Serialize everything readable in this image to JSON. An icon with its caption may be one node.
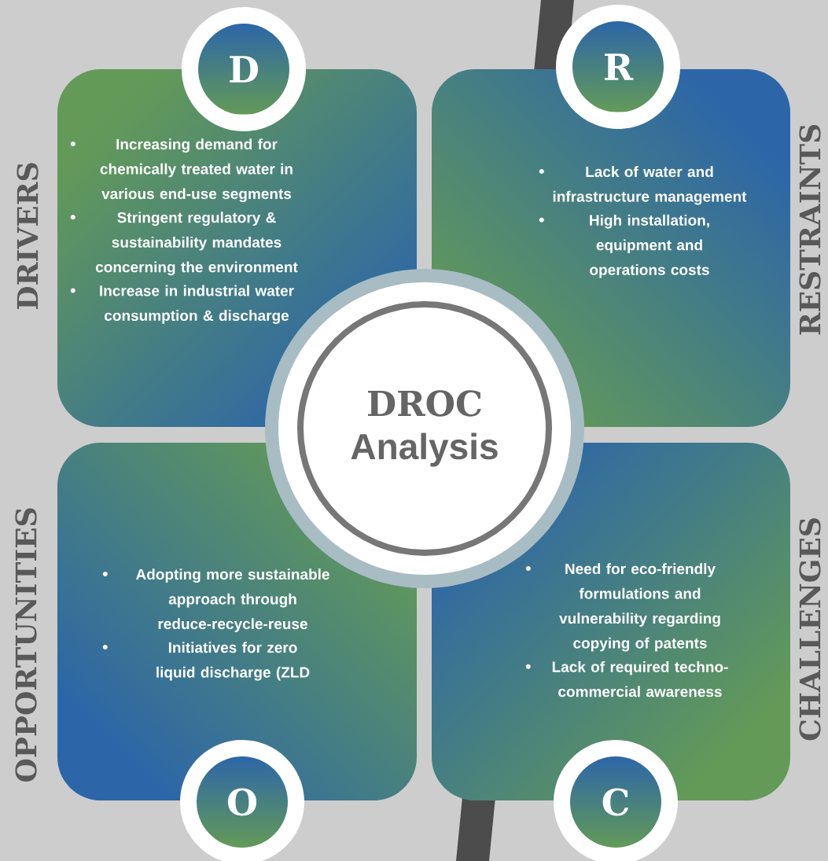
{
  "diagram": {
    "nodes": [
      {
        "text": [
          "Increasing demand for chemically treated water in various end-use segments",
          "Stringent regulatory & sustainability mandates concerning the environment",
          "Increase in industrial water consumption & discharge"
        ],
        "beside": [
          "DRIVERS"
        ]
      },
      {
        "text": [
          "Lack of water and infrastructure management",
          "High installation, equipment and operations costs"
        ],
        "beside": [
          "RESTRAINTS"
        ]
      },
      {
        "text": [
          "Adopting more sustainable approach through reduce-recycle-reuse",
          "Initiatives for zero liquid discharge (ZLD"
        ],
        "beside": [
          "OPPORTUNITIES"
        ]
      },
      {
        "text": [
          "Need for eco-friendly formulations and vulnerability regarding copying of patents",
          "Lack of required techno-commercial awareness"
        ],
        "beside": [
          "CHALLENGES"
        ]
      },
      {
        "text": [
          "D"
        ]
      },
      {
        "text": [
          "R"
        ]
      },
      {
        "text": [
          "O"
        ]
      },
      {
        "text": [
          "C"
        ]
      },
      {
        "text": [
          "DROC",
          "Analysis"
        ]
      }
    ]
  }
}
